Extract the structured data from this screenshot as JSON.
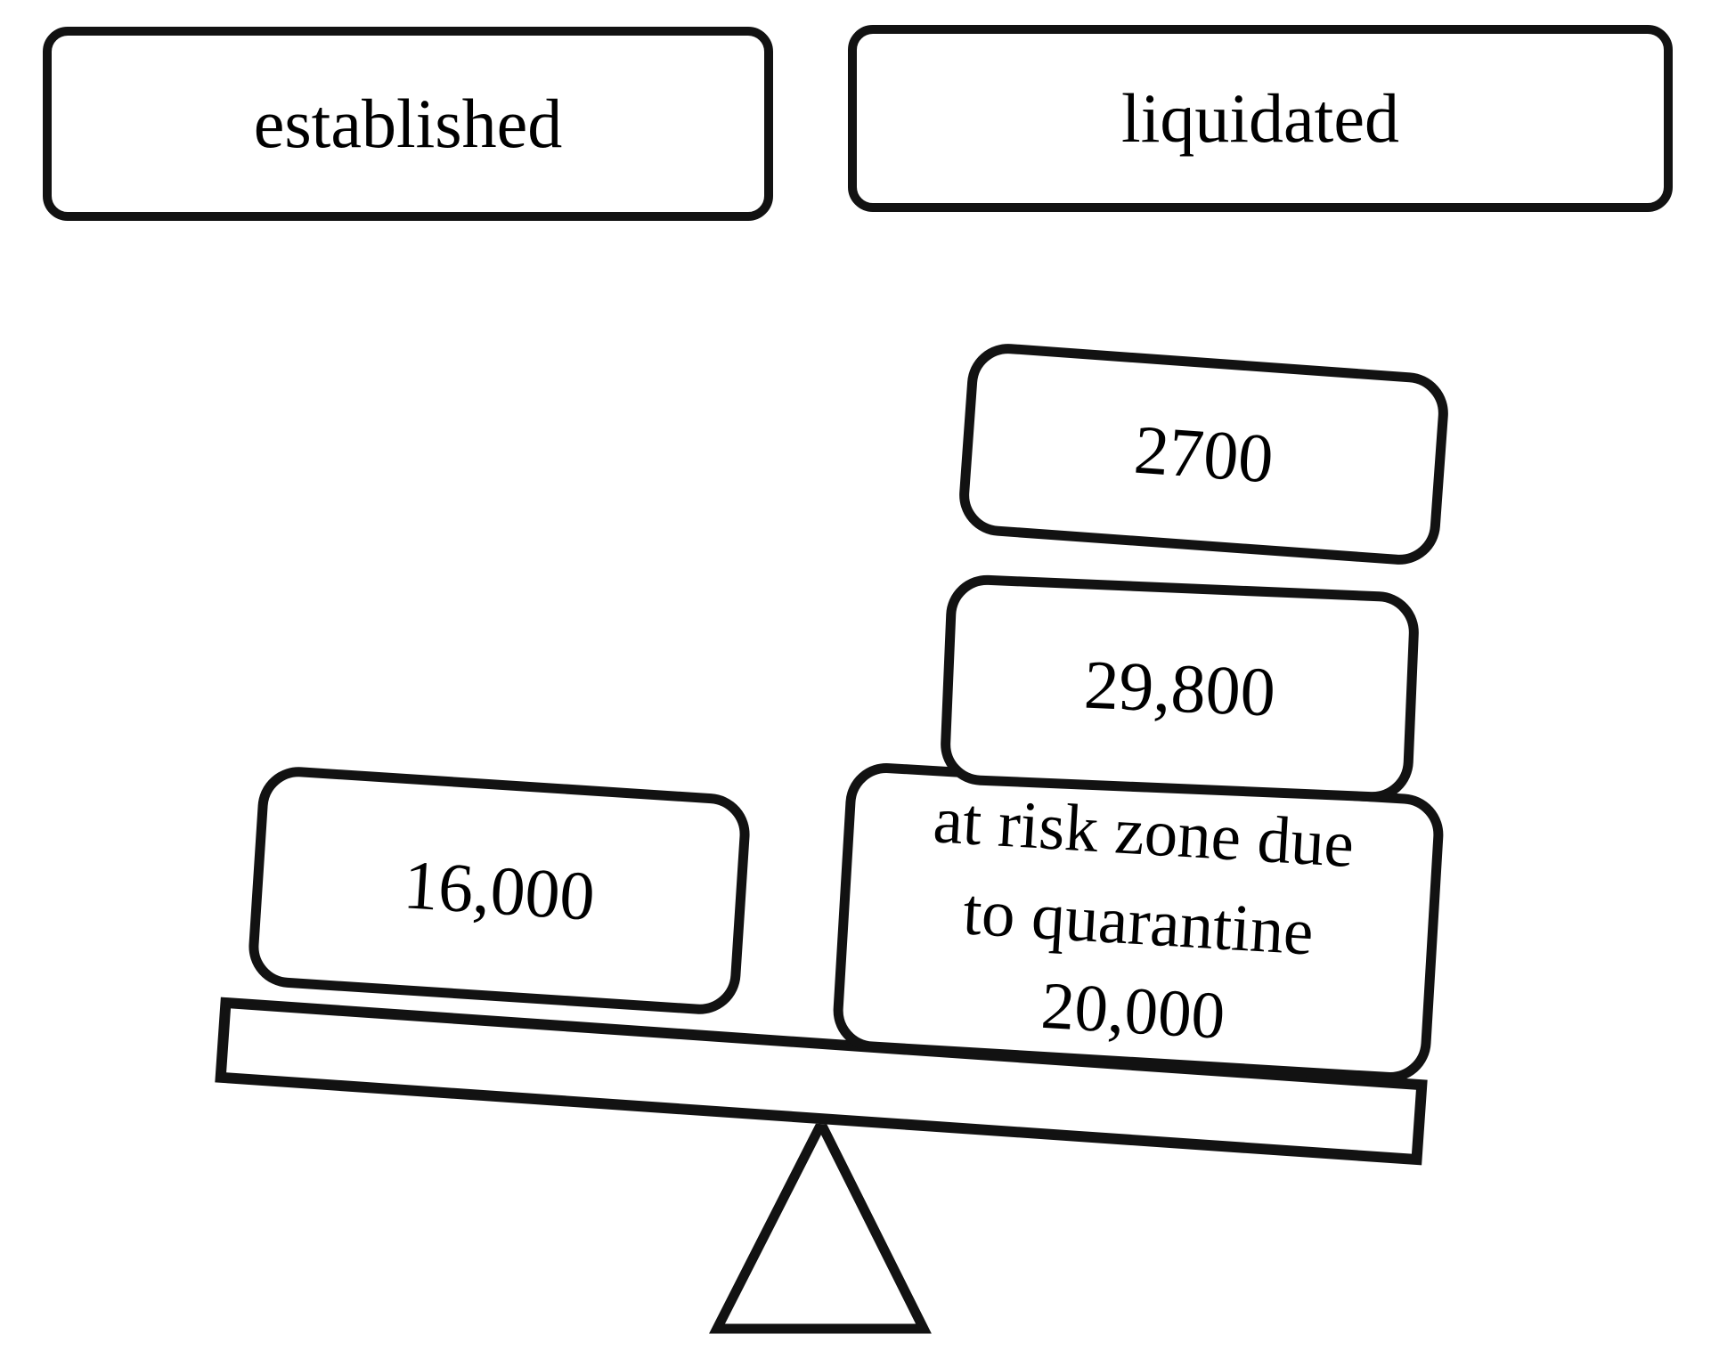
{
  "diagram": {
    "type": "balance-seesaw",
    "headers": {
      "left": "established",
      "right": "liquidated"
    },
    "left_pan": {
      "weights": [
        {
          "value": "16,000"
        }
      ]
    },
    "right_pan": {
      "weights": [
        {
          "value": "2700"
        },
        {
          "value": "29,800"
        },
        {
          "value": "at risk zone due to quarantine 20,000",
          "lines": [
            "at risk zone due",
            "to quarantine",
            "20,000"
          ]
        }
      ]
    },
    "tilt": "right side down"
  },
  "colors": {
    "stroke": "#121212",
    "background": "#ffffff",
    "text": "#000000"
  }
}
